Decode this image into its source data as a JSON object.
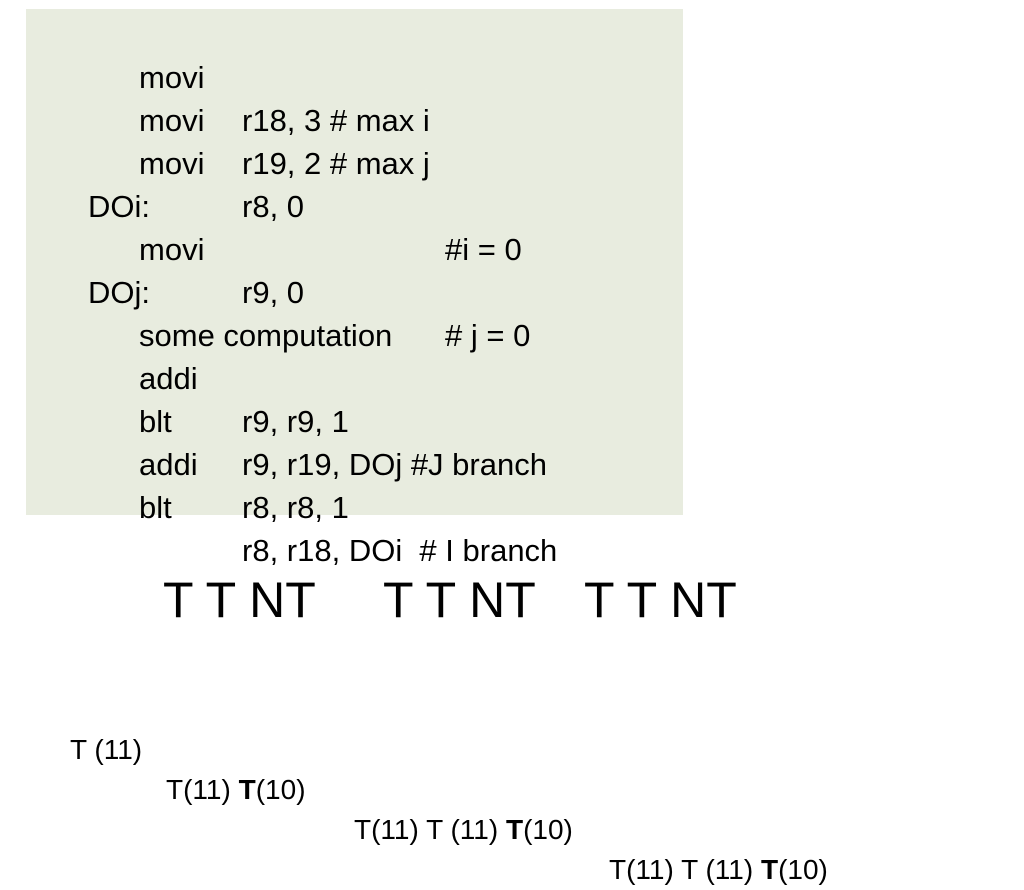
{
  "code": {
    "lines": [
      {
        "op": "movi",
        "args": "r18, 3 # max i",
        "comment": ""
      },
      {
        "op": "movi",
        "args": "r19, 2 # max j",
        "comment": ""
      },
      {
        "op": "movi",
        "args": "r8, 0",
        "comment": "#i = 0"
      },
      {
        "label": "DOi:"
      },
      {
        "op": "movi",
        "args": "r9, 0",
        "comment": "# j = 0"
      },
      {
        "label": "DOj:"
      },
      {
        "text": "some computation"
      },
      {
        "op": "addi",
        "args": "r9, r9, 1",
        "comment": ""
      },
      {
        "op": "blt",
        "args": "r9, r19, DOj #J branch",
        "comment": ""
      },
      {
        "op": "addi",
        "args": "r8, r8, 1",
        "comment": ""
      },
      {
        "op": "blt",
        "args": "r8, r18, DOi  # I branch",
        "comment": ""
      }
    ]
  },
  "outcomes": [
    "T T NT",
    "T T NT",
    "T T NT"
  ],
  "predictions": [
    {
      "pre": "T (11)",
      "bold": "",
      "post": ""
    },
    {
      "pre": "T(11) ",
      "bold": "T",
      "post": "(10)"
    },
    {
      "pre": "T(11) T (11) ",
      "bold": "T",
      "post": "(10)"
    },
    {
      "pre": "T(11) T (11) ",
      "bold": "T",
      "post": "(10)"
    }
  ],
  "colors": {
    "code_background": "#e8ecdf",
    "text": "#000000",
    "page_background": "#ffffff"
  }
}
